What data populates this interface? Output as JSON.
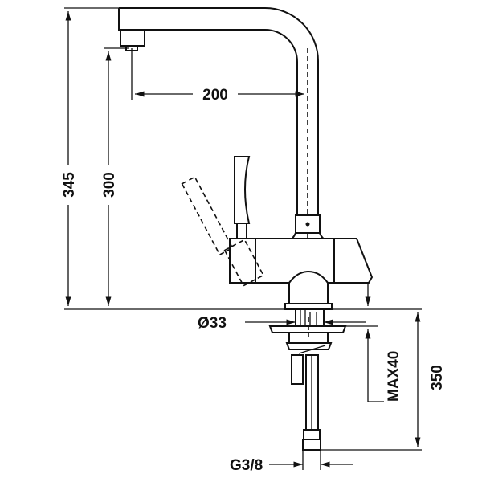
{
  "title": "Kitchen faucet dimensional drawing",
  "dimensions": {
    "total_height": "345",
    "spout_height": "300",
    "spout_reach": "200",
    "base_diameter": "Ø33",
    "max_countertop": "MAX40",
    "hose_length": "350",
    "connection_thread": "G3/8"
  }
}
